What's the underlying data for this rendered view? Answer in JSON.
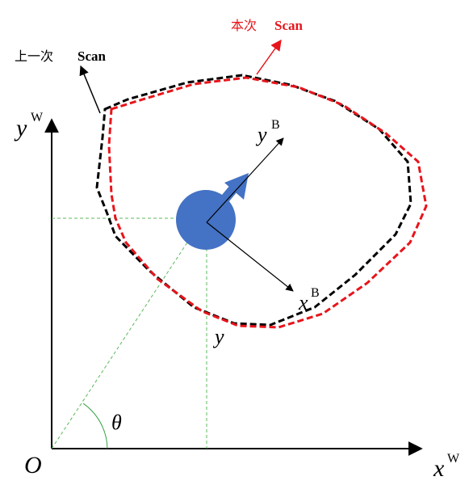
{
  "labels": {
    "prev_scan_cn": "上一次",
    "prev_scan_en": "Scan",
    "curr_scan_cn": "本次",
    "curr_scan_en": "Scan",
    "world_y": "y",
    "world_y_sup": "W",
    "world_x": "x",
    "world_x_sup": "W",
    "origin": "O",
    "body_y": "y",
    "body_y_sup": "B",
    "body_x": "x",
    "body_x_sup": "B",
    "y_coord": "y",
    "angle": "θ"
  },
  "colors": {
    "previous_scan": "#000000",
    "current_scan": "#e8141b",
    "robot": "#4472c4",
    "guide_lines": "#5cb85c",
    "axes": "#000000"
  },
  "icons": {
    "robot": "robot-circle-with-heading-arrow"
  }
}
